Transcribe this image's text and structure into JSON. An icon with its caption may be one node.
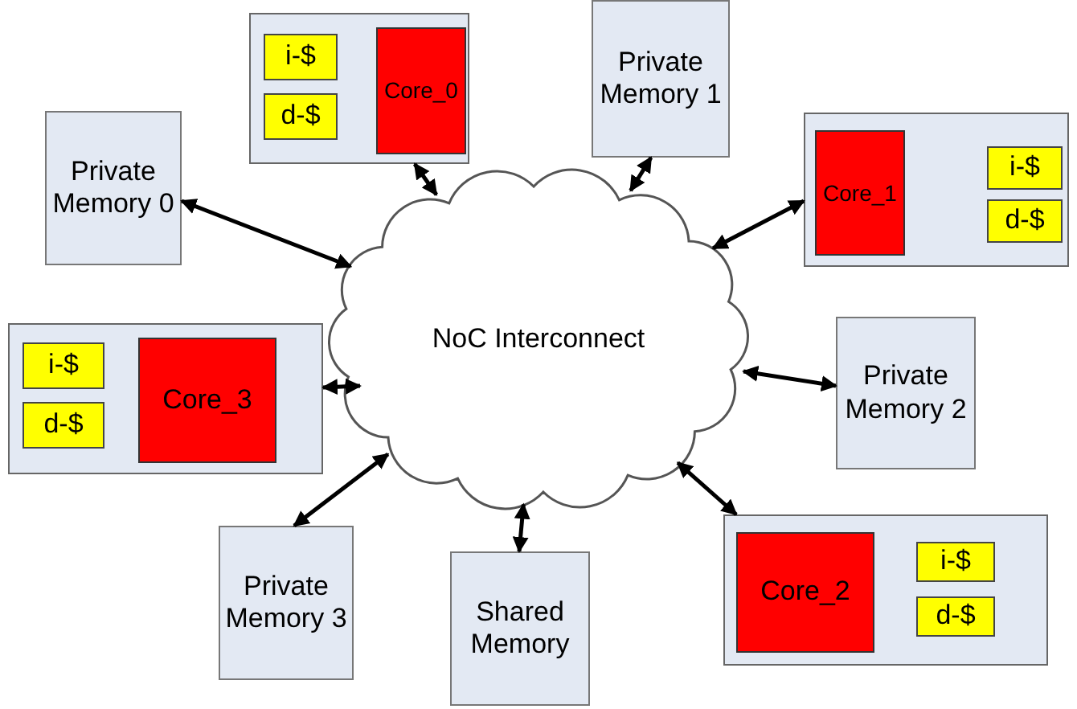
{
  "diagram": {
    "nodes": [
      {
        "text": [],
        "shape": "box"
      },
      {
        "text": [
          "i-$"
        ],
        "in": 0
      },
      {
        "text": [
          "d-$"
        ],
        "in": 0
      },
      {
        "text": [
          "Core_0"
        ],
        "in": 0
      },
      {
        "text": [
          "Private Memory 1"
        ]
      },
      {
        "text": [
          "Private Memory 0"
        ]
      },
      {
        "text": [],
        "shape": "box"
      },
      {
        "text": [
          "Core_1"
        ],
        "in": 6
      },
      {
        "text": [
          "i-$"
        ],
        "in": 6
      },
      {
        "text": [
          "d-$"
        ],
        "in": 6
      },
      {
        "text": [
          "NoC Interconnect"
        ]
      },
      {
        "text": [],
        "shape": "box"
      },
      {
        "text": [
          "i-$"
        ],
        "in": 11
      },
      {
        "text": [
          "d-$"
        ],
        "in": 11
      },
      {
        "text": [
          "Core_3"
        ],
        "in": 11
      },
      {
        "text": [
          "Private Memory 2"
        ]
      },
      {
        "text": [
          "Private Memory 3"
        ]
      },
      {
        "text": [
          "Shared Memory"
        ]
      },
      {
        "text": [],
        "shape": "box"
      },
      {
        "text": [
          "Core_2"
        ],
        "in": 18
      },
      {
        "text": [
          "i-$"
        ],
        "in": 18
      },
      {
        "text": [
          "d-$"
        ],
        "in": 18
      }
    ],
    "edges": [
      {
        "from": 0,
        "to": 10,
        "arrow": "both"
      },
      {
        "from": 4,
        "to": 10,
        "arrow": "both"
      },
      {
        "from": 5,
        "to": 10,
        "arrow": "both"
      },
      {
        "from": 6,
        "to": 10,
        "arrow": "both"
      },
      {
        "from": 11,
        "to": 10,
        "arrow": "both"
      },
      {
        "from": 15,
        "to": 10,
        "arrow": "both"
      },
      {
        "from": 16,
        "to": 10,
        "arrow": "both"
      },
      {
        "from": 17,
        "to": 10,
        "arrow": "both"
      },
      {
        "from": 18,
        "to": 10,
        "arrow": "both"
      }
    ]
  }
}
